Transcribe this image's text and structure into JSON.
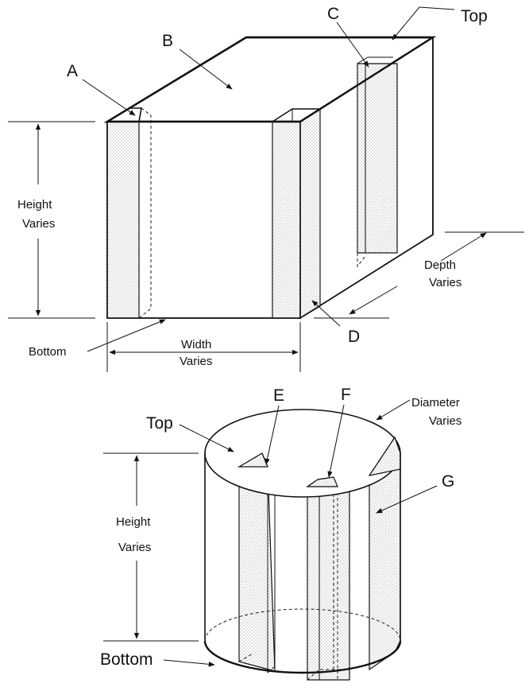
{
  "box": {
    "labels": {
      "a": "A",
      "b": "B",
      "c": "C",
      "d": "D",
      "top": "Top",
      "bottom": "Bottom",
      "height": [
        "Height",
        "Varies"
      ],
      "width": [
        "Width",
        "Varies"
      ],
      "depth": [
        "Depth",
        "Varies"
      ]
    }
  },
  "cylinder": {
    "labels": {
      "e": "E",
      "f": "F",
      "g": "G",
      "top": "Top",
      "bottom": "Bottom",
      "height": [
        "Height",
        "Varies"
      ],
      "diameter": [
        "Diameter",
        "Varies"
      ]
    }
  }
}
